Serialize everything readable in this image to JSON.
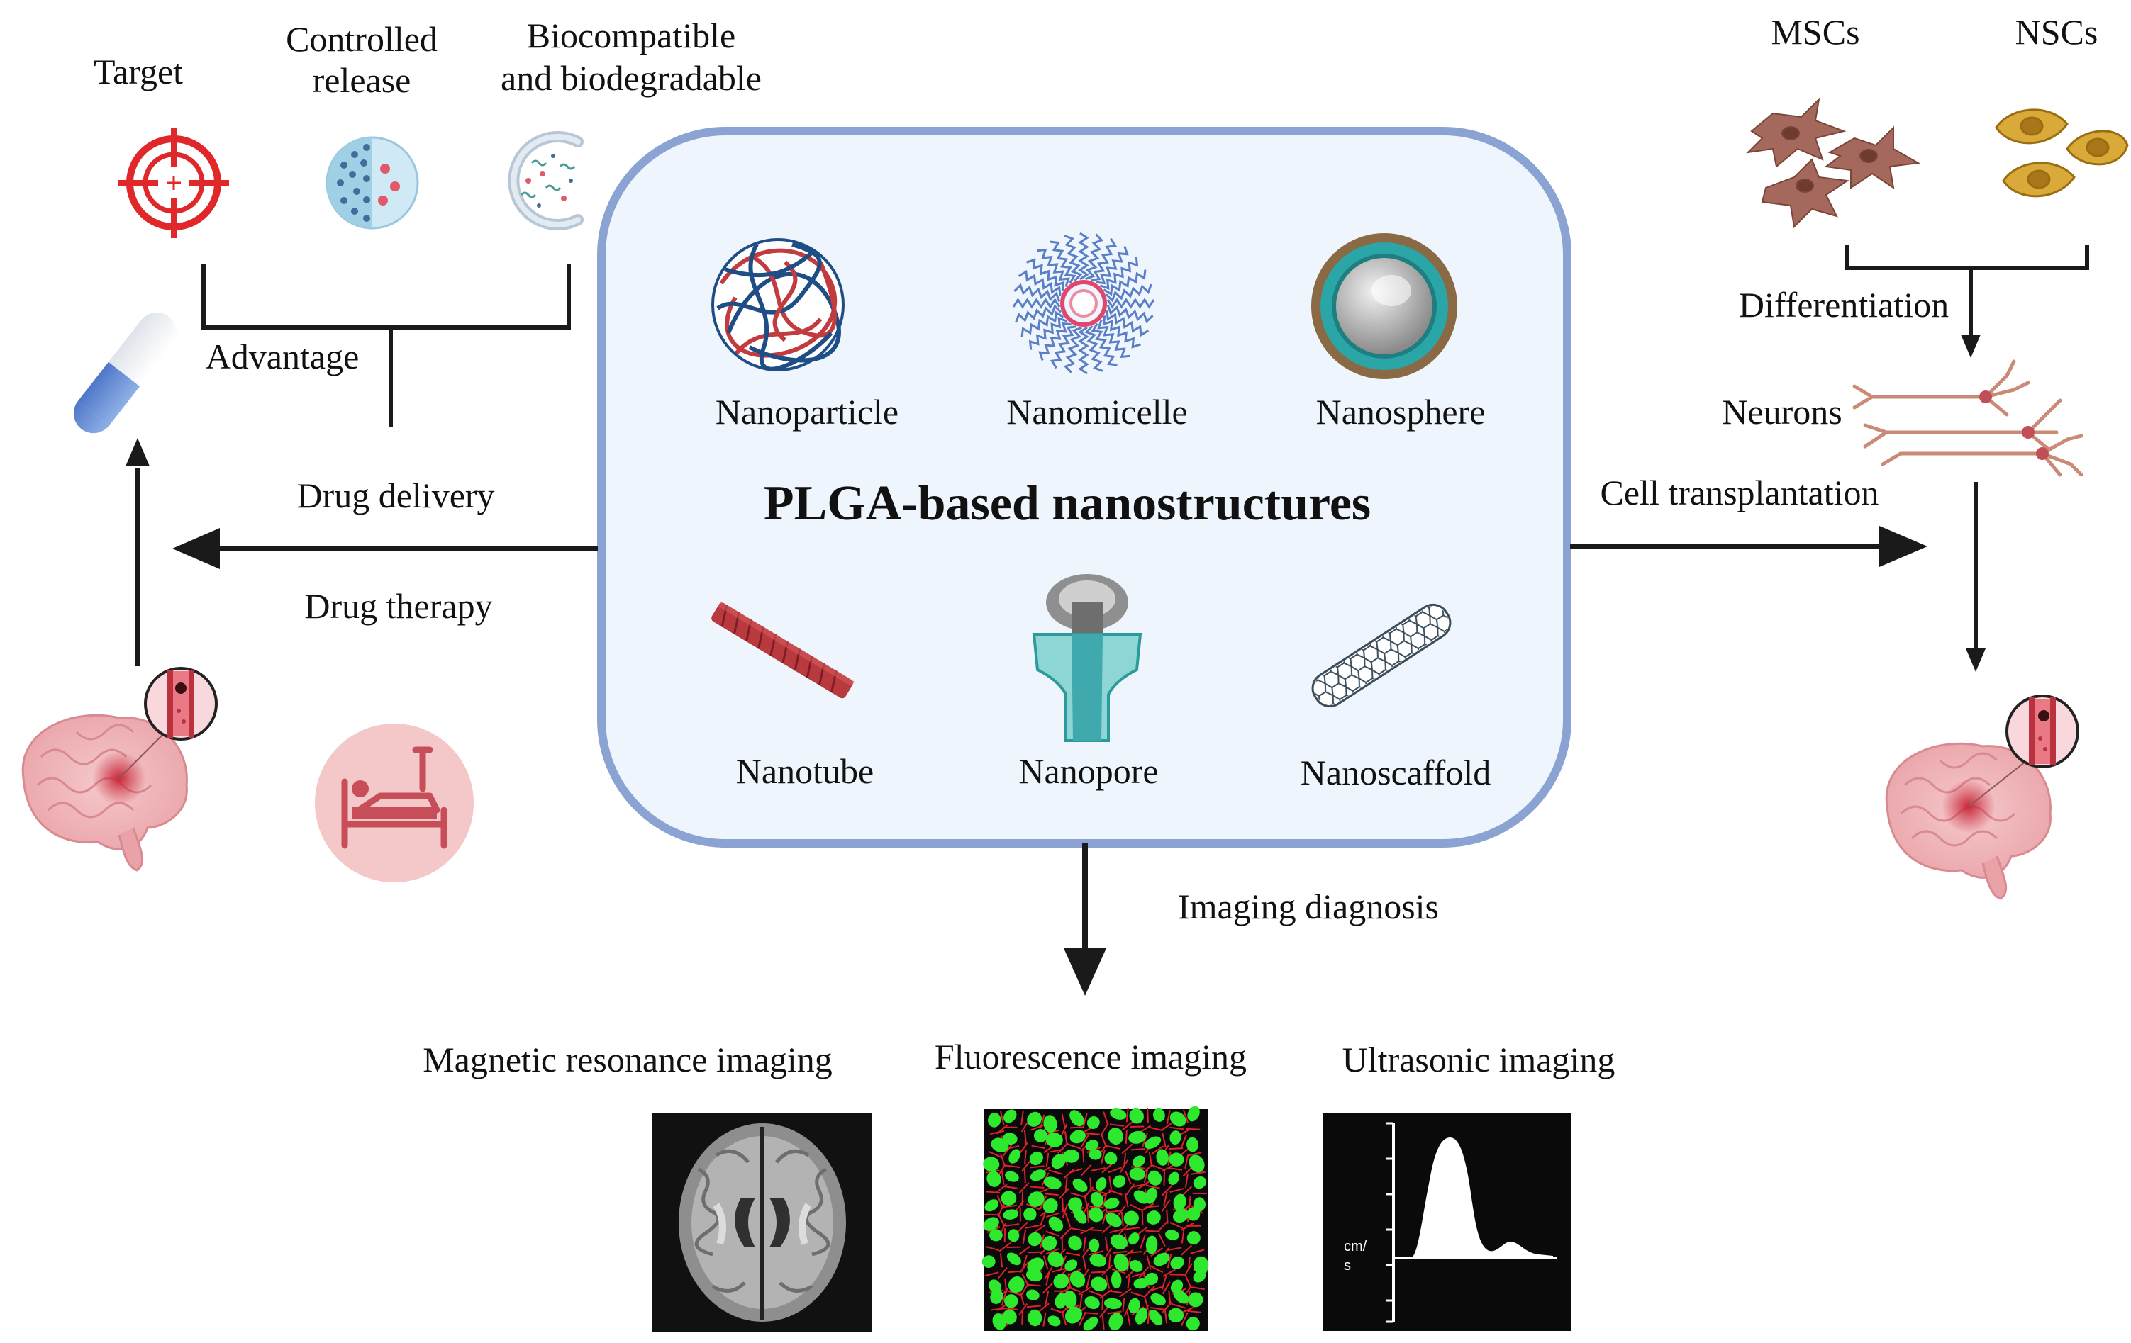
{
  "center": {
    "title": "PLGA-based nanostructures",
    "structures": [
      {
        "label": "Nanoparticle",
        "icon": "nanoparticle-icon"
      },
      {
        "label": "Nanomicelle",
        "icon": "nanomicelle-icon"
      },
      {
        "label": "Nanosphere",
        "icon": "nanosphere-icon"
      },
      {
        "label": "Nanotube",
        "icon": "nanotube-icon"
      },
      {
        "label": "Nanopore",
        "icon": "nanopore-icon"
      },
      {
        "label": "Nanoscaffold",
        "icon": "nanoscaffold-icon"
      }
    ]
  },
  "advantages": {
    "items": [
      {
        "label": "Target",
        "icon": "target-icon"
      },
      {
        "label_line1": "Controlled",
        "label_line2": "release",
        "icon": "controlled-release-icon"
      },
      {
        "label_line1": "Biocompatible",
        "label_line2": "and biodegradable",
        "icon": "biodegradable-icon"
      }
    ],
    "bracket_label": "Advantage"
  },
  "left_branch": {
    "arrow_label_top": "Drug delivery",
    "arrow_label_bottom": "Drug therapy",
    "icons": [
      "capsule-icon",
      "brain-lesion-icon",
      "patient-bed-icon"
    ]
  },
  "right_branch": {
    "cells": [
      {
        "label": "MSCs",
        "icon": "msc-cells-icon"
      },
      {
        "label": "NSCs",
        "icon": "nsc-cells-icon"
      }
    ],
    "differentiation_label": "Differentiation",
    "neurons_label": "Neurons",
    "arrow_label": "Cell transplantation"
  },
  "bottom_branch": {
    "arrow_label": "Imaging diagnosis",
    "modalities": [
      {
        "label": "Magnetic resonance imaging",
        "icon": "mri-scan-icon"
      },
      {
        "label": "Fluorescence imaging",
        "icon": "fluorescence-image-icon"
      },
      {
        "label": "Ultrasonic imaging",
        "icon": "ultrasound-waveform-icon"
      }
    ],
    "ultrasound_unit_line1": "cm/",
    "ultrasound_unit_line2": "s"
  },
  "colors": {
    "box_fill": "#eef5fc",
    "box_stroke": "#8aa3d3",
    "target_red": "#e0282a",
    "arrow": "#1a1a1a"
  }
}
